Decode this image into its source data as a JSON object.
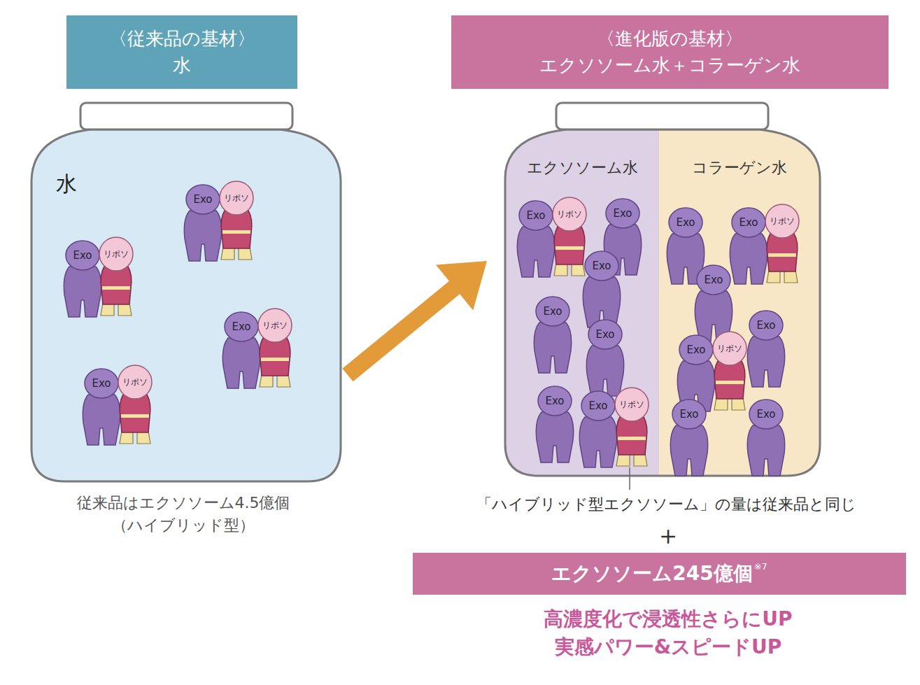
{
  "diagram": {
    "nodes": [
      {
        "text": [
          "〈従来品の基材〉",
          "水"
        ]
      },
      {
        "text": [
          "〈進化版の基材〉",
          "エクソソーム水＋コラーゲン水"
        ]
      },
      {
        "text": [
          "水"
        ]
      },
      {
        "text": [
          "エクソソーム水"
        ]
      },
      {
        "text": [
          "コラーゲン水"
        ]
      },
      {
        "text": [
          "エクソソーム245億個",
          "※7"
        ]
      }
    ],
    "edges": [
      {
        "from": 2,
        "to": 3,
        "arrow": "to"
      }
    ],
    "labels": [
      "従来品はエクソソーム4.5億個",
      "（ハイブリッド型）",
      "「ハイブリッド型エクソソーム」の量は従来品と同じ",
      "＋",
      "高濃度化で浸透性さらにUP",
      "実感パワー&スピードUP",
      "Exo",
      "リポソ",
      "Exo",
      "リポソ",
      "Exo",
      "リポソ",
      "Exo",
      "リポソ",
      "Exo",
      "リポソ",
      "Exo",
      "Exo",
      "Exo",
      "Exo",
      "Exo",
      "Exo",
      "リポソ",
      "Exo",
      "Exo",
      "リポソ",
      "Exo",
      "Exo",
      "Exo",
      "リポソ",
      "Exo",
      "Exo"
    ]
  }
}
